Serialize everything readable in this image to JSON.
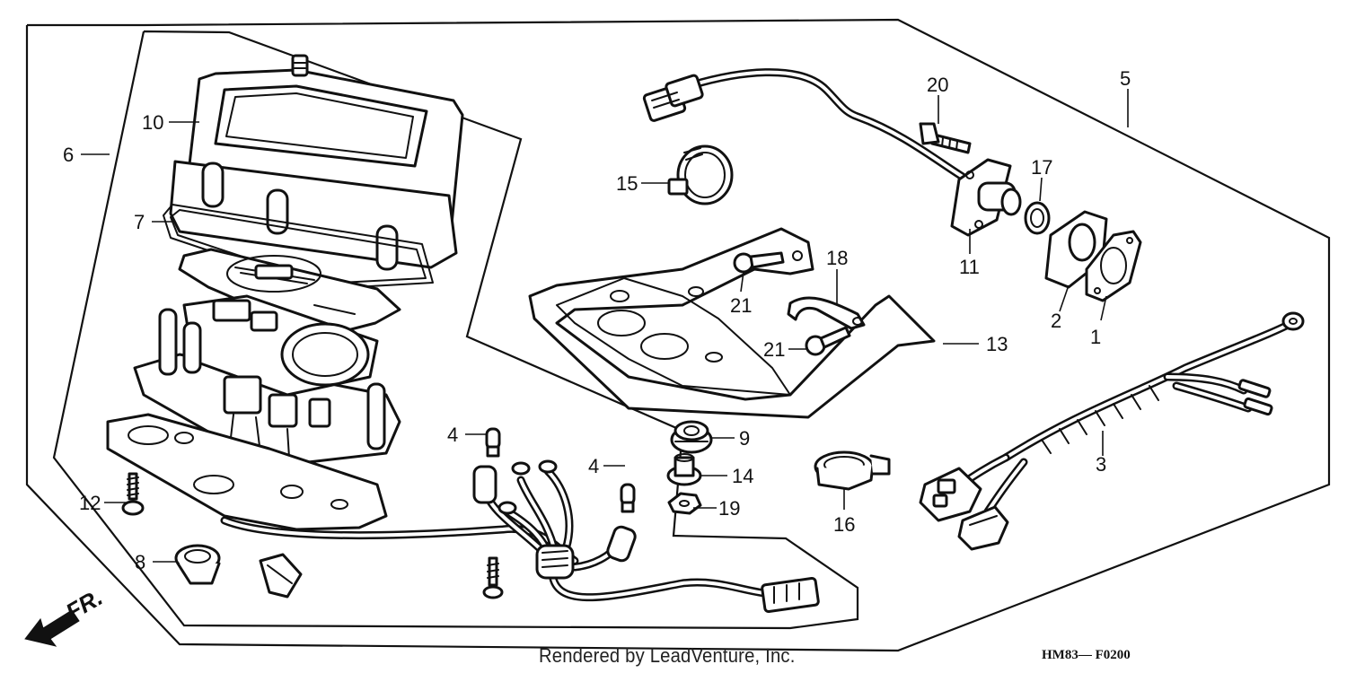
{
  "callouts": [
    {
      "id": "c1",
      "text": "1"
    },
    {
      "id": "c2",
      "text": "2"
    },
    {
      "id": "c3",
      "text": "3"
    },
    {
      "id": "c4a",
      "text": "4"
    },
    {
      "id": "c4b",
      "text": "4"
    },
    {
      "id": "c5",
      "text": "5"
    },
    {
      "id": "c6",
      "text": "6"
    },
    {
      "id": "c7",
      "text": "7"
    },
    {
      "id": "c8",
      "text": "8"
    },
    {
      "id": "c9",
      "text": "9"
    },
    {
      "id": "c10",
      "text": "10"
    },
    {
      "id": "c11",
      "text": "11"
    },
    {
      "id": "c12",
      "text": "12"
    },
    {
      "id": "c13",
      "text": "13"
    },
    {
      "id": "c14",
      "text": "14"
    },
    {
      "id": "c15",
      "text": "15"
    },
    {
      "id": "c16",
      "text": "16"
    },
    {
      "id": "c17",
      "text": "17"
    },
    {
      "id": "c18",
      "text": "18"
    },
    {
      "id": "c19",
      "text": "19"
    },
    {
      "id": "c20",
      "text": "20"
    },
    {
      "id": "c21a",
      "text": "21"
    },
    {
      "id": "c21b",
      "text": "21"
    }
  ],
  "direction_label": "FR.",
  "footer": {
    "credit": "Rendered by LeadVenture, Inc.",
    "code": "HM83— F0200"
  },
  "colors": {
    "ink": "#111111",
    "paper": "#ffffff"
  }
}
